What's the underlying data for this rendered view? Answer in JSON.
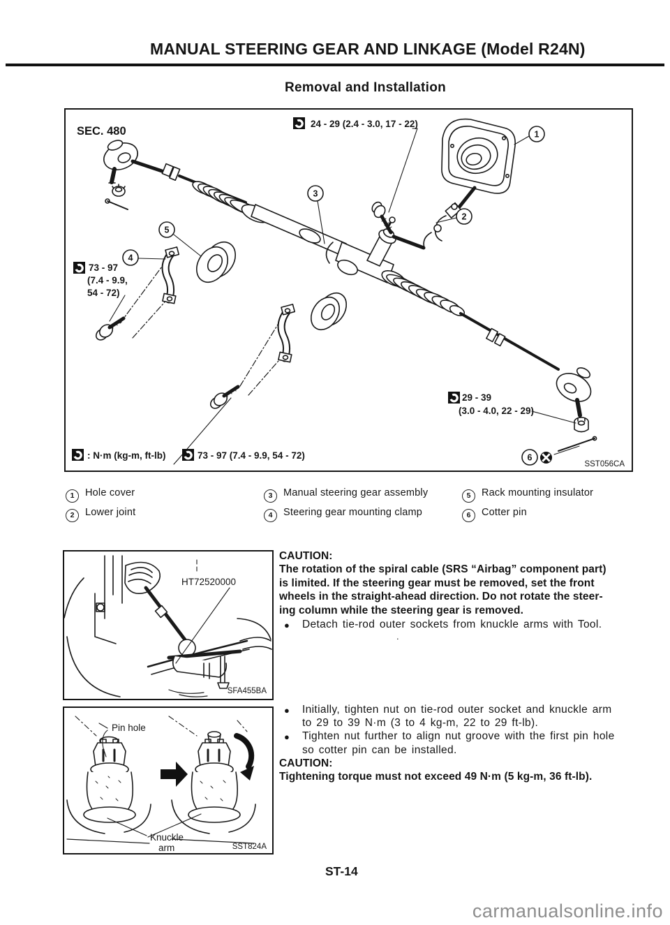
{
  "page": {
    "header_title": "MANUAL STEERING GEAR AND LINKAGE (Model R24N)",
    "section_title": "Removal and Installation",
    "page_number": "ST-14",
    "watermark": "carmanualsonline.info"
  },
  "diagram": {
    "sec_label": "SEC. 480",
    "figure_code": "SST056CA",
    "torque_top": "24 - 29 (2.4 - 3.0, 17 - 22)",
    "torque_left_1": "73 - 97",
    "torque_left_2": "(7.4 - 9.9,",
    "torque_left_3": "54 - 72)",
    "torque_right_1": "29 - 39",
    "torque_right_2": "(3.0 - 4.0, 22 - 29)",
    "torque_unit_note": ": N·m (kg-m, ft-lb)",
    "torque_bottom": "73 - 97 (7.4 - 9.9, 54 - 72)",
    "callout_1": "1",
    "callout_2": "2",
    "callout_3": "3",
    "callout_4": "4",
    "callout_5": "5",
    "callout_6": "6"
  },
  "legend": {
    "items": [
      {
        "num": "1",
        "label": "Hole cover"
      },
      {
        "num": "2",
        "label": "Lower joint"
      },
      {
        "num": "3",
        "label": "Manual steering gear assembly"
      },
      {
        "num": "4",
        "label": "Steering gear mounting clamp"
      },
      {
        "num": "5",
        "label": "Rack mounting insulator"
      },
      {
        "num": "6",
        "label": "Cotter pin"
      }
    ]
  },
  "caution": {
    "heading": "CAUTION:",
    "line_1": "The rotation of the spiral cable (SRS “Airbag” component part)",
    "line_2": "is limited. If the steering gear must be removed, set the front",
    "line_3": "wheels in the straight-ahead direction. Do not rotate the steer-",
    "line_4": "ing column while the steering gear is removed.",
    "bullet": "Detach tie-rod outer sockets from knuckle arms with Tool.",
    "stray_mark": "."
  },
  "fig_tool": {
    "tool_label": "HT72520000",
    "figure_code": "SFA455BA"
  },
  "fig_pin": {
    "pin_hole": "Pin hole",
    "knuckle_line_1": "Knuckle",
    "knuckle_line_2": "arm",
    "figure_code": "SST824A"
  },
  "steps": {
    "bullet_1a": "Initially, tighten nut on tie-rod outer socket and knuckle arm",
    "bullet_1b": "to 29 to 39 N·m (3 to 4 kg-m, 22 to 29 ft-lb).",
    "bullet_2a": "Tighten nut further to align nut groove with the first pin hole",
    "bullet_2b": "so cotter pin can be installed.",
    "caution_heading": "CAUTION:",
    "caution_line": "Tightening torque must not exceed 49 N·m (5 kg-m, 36 ft-lb)."
  }
}
